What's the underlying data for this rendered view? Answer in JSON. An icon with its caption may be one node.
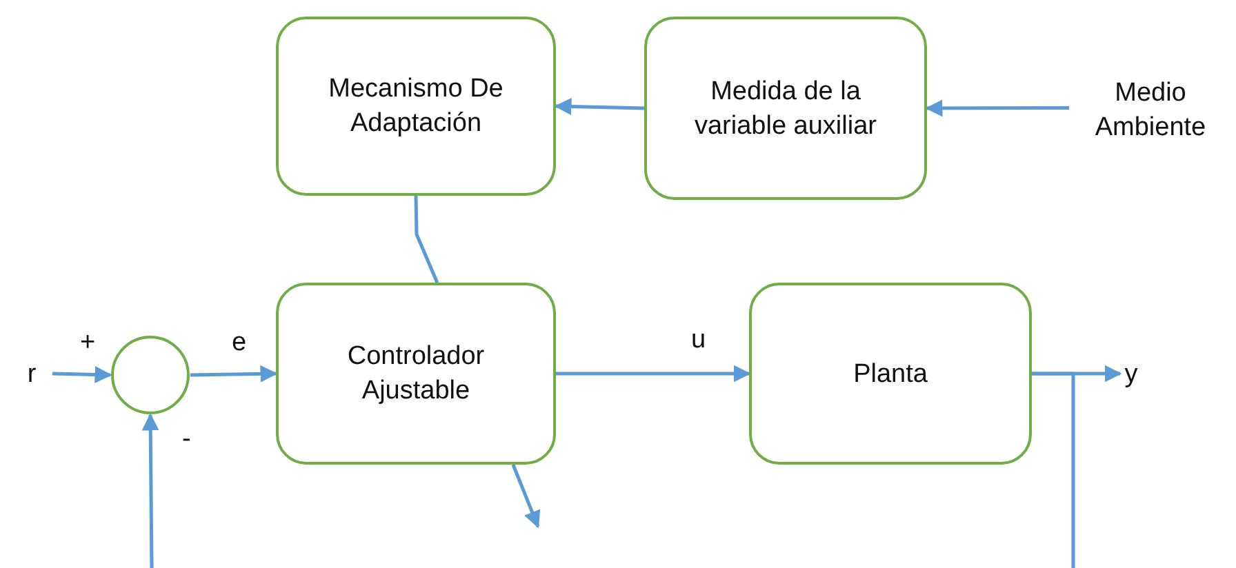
{
  "diagram": {
    "nodes": [
      {
        "text": [
          "Mecanismo De Adaptación"
        ]
      },
      {
        "text": [
          "Medida de la variable auxiliar"
        ]
      },
      {
        "text": [
          "Medio Ambiente"
        ]
      },
      {
        "text": [
          "r"
        ]
      },
      {
        "text": [],
        "shape": "circle"
      },
      {
        "text": [
          "Controlador Ajustable"
        ]
      },
      {
        "text": [
          "Planta"
        ]
      },
      {
        "text": [
          "y"
        ]
      }
    ],
    "edges": [
      {
        "from": 2,
        "to": 1,
        "arrow": "to"
      },
      {
        "from": 1,
        "to": 0,
        "arrow": "to"
      },
      {
        "from": 0,
        "to": 5,
        "arrow": "none"
      },
      {
        "from": 5,
        "to": null,
        "arrow": "to"
      },
      {
        "from": 3,
        "to": 4,
        "arrow": "to"
      },
      {
        "from": 4,
        "to": 5,
        "label": "e",
        "arrow": "to"
      },
      {
        "from": 5,
        "to": 6,
        "label": "u",
        "arrow": "to"
      },
      {
        "from": 6,
        "to": 7,
        "arrow": "to"
      },
      {
        "from": 6,
        "to": null,
        "arrow": "none"
      },
      {
        "from": null,
        "to": 4,
        "arrow": "to"
      }
    ],
    "labels": [
      "+",
      "-"
    ]
  }
}
